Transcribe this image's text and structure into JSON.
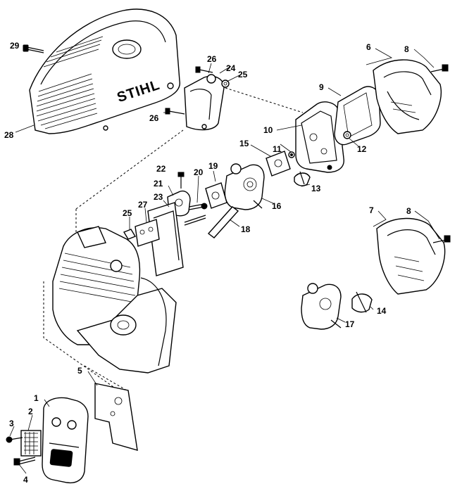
{
  "logo_text": "STIHL",
  "callouts": [
    "1",
    "2",
    "3",
    "4",
    "5",
    "6",
    "7",
    "8",
    "9",
    "10",
    "11",
    "12",
    "13",
    "14",
    "15",
    "16",
    "17",
    "18",
    "19",
    "20",
    "21",
    "22",
    "23",
    "24",
    "25",
    "26",
    "27",
    "28",
    "29"
  ],
  "callout_repeats": {
    "8b": "8",
    "25b": "25",
    "26b": "26"
  },
  "colors": {
    "line": "#000000",
    "background": "#ffffff"
  }
}
